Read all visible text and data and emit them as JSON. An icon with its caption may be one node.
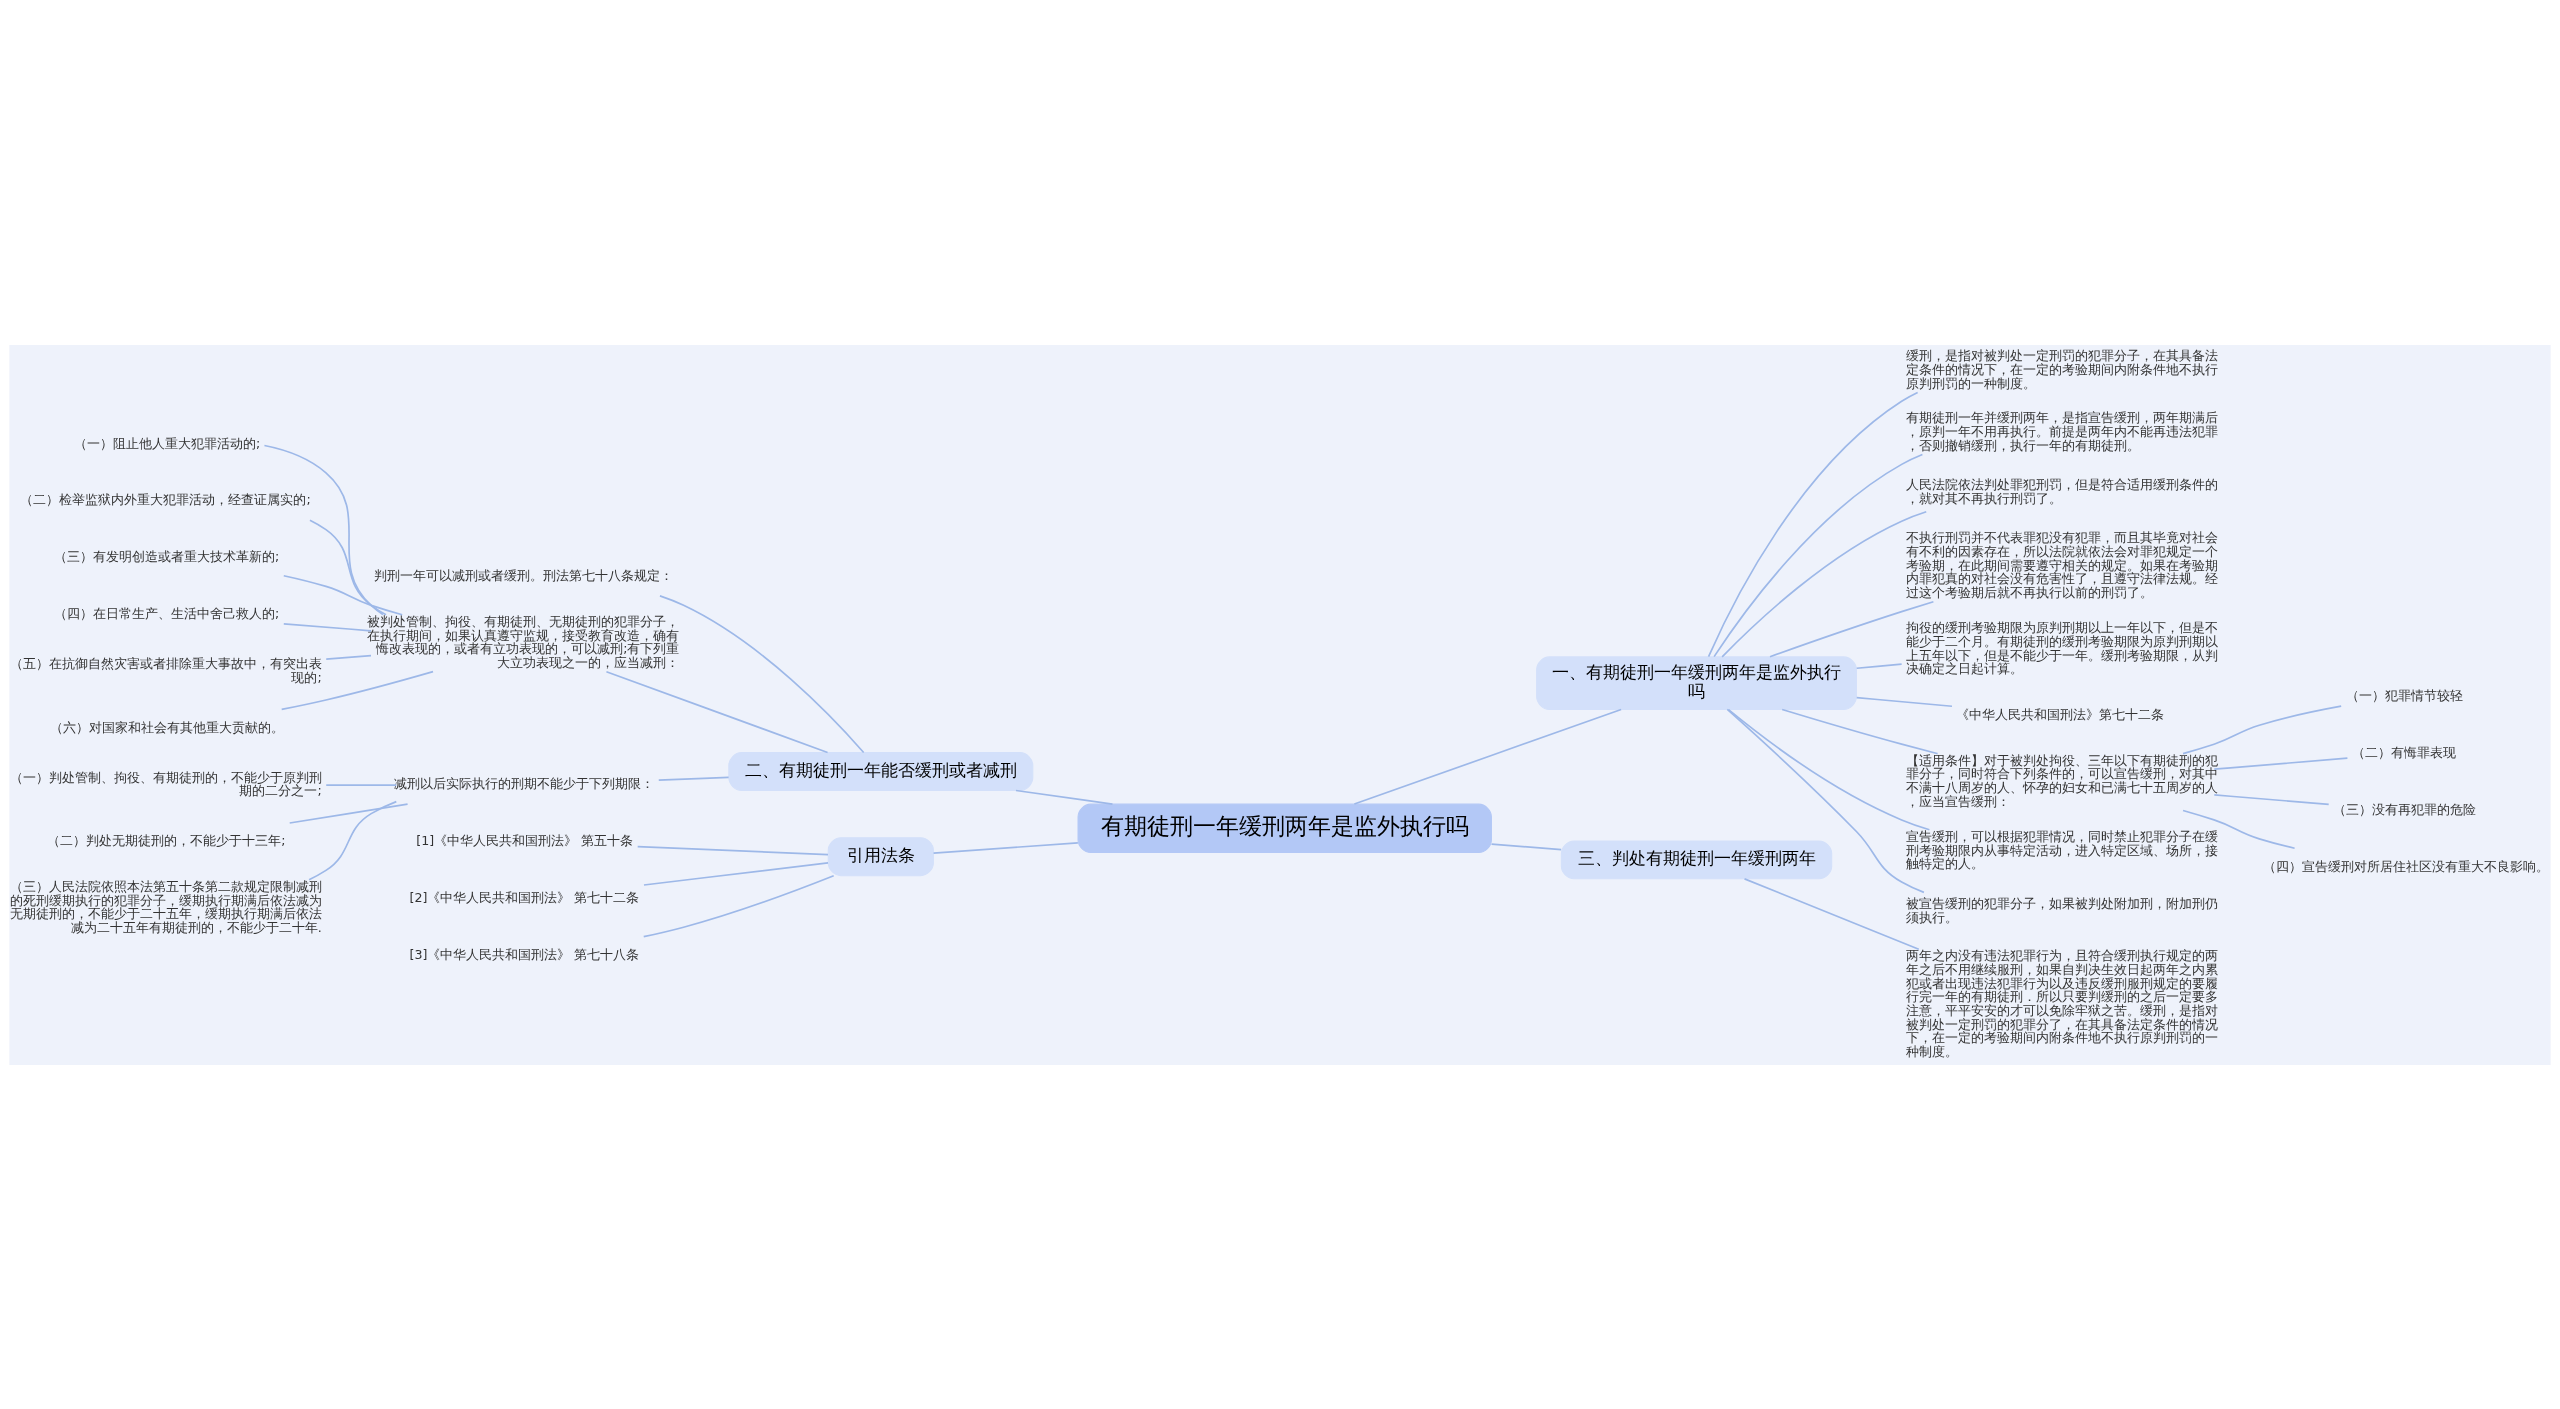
{
  "diagram": {
    "nodes": [
      {
        "text": [
          "有期徒刑一年缓刑两年是监外执行吗"
        ]
      },
      {
        "text": [
          "一、有期徒刑一年缓刑两年是监外执行吗"
        ]
      },
      {
        "text": [
          "缓刑，是指对被判处一定刑罚的犯罪分子，在其具备法定条件的情况下，在一定的考验期间内附条件地不执行原判刑罚的一种制度。"
        ]
      },
      {
        "text": [
          "有期徒刑一年并缓刑两年，是指宣告缓刑，两年期满后，原判一年不用再执行。前提是两年内不能再违法犯罪，否则撤销缓刑，执行一年的有期徒刑。"
        ]
      },
      {
        "text": [
          "人民法院依法判处罪犯刑罚，但是符合适用缓刑条件的，就对其不再执行刑罚了。"
        ]
      },
      {
        "text": [
          "不执行刑罚并不代表罪犯没有犯罪，而且其毕竟对社会有不利的因素存在，所以法院就依法会对罪犯规定一个考验期，在此期间需要遵守相关的规定。如果在考验期内罪犯真的对社会没有危害性了，且遵守法律法规。经过这个考验期后就不再执行以前的刑罚了。"
        ]
      },
      {
        "text": [
          "拘役的缓刑考验期限为原判刑期以上一年以下，但是不能少于二个月。有期徒刑的缓刑考验期限为原判刑期以上五年以下，但是不能少于一年。缓刑考验期限，从判决确定之日起计算。"
        ]
      },
      {
        "text": [
          "《中华人民共和国刑法》第七十二条"
        ]
      },
      {
        "text": [
          "【适用条件】对于被判处拘役、三年以下有期徒刑的犯罪分子，同时符合下列条件的，可以宣告缓刑，对其中不满十八周岁的人、怀孕的妇女和已满七十五周岁的人，应当宣告缓刑："
        ]
      },
      {
        "text": [
          "（一）犯罪情节较轻"
        ]
      },
      {
        "text": [
          "（二）有悔罪表现"
        ]
      },
      {
        "text": [
          "（三）没有再犯罪的危险"
        ]
      },
      {
        "text": [
          "（四）宣告缓刑对所居住社区没有重大不良影响。"
        ]
      },
      {
        "text": [
          "宣告缓刑，可以根据犯罪情况，同时禁止犯罪分子在缓刑考验期限内从事特定活动，进入特定区域、场所，接触特定的人。"
        ]
      },
      {
        "text": [
          "被宣告缓刑的犯罪分子，如果被判处附加刑，附加刑仍须执行。"
        ]
      },
      {
        "text": [
          "二、有期徒刑一年能否缓刑或者减刑"
        ]
      },
      {
        "text": [
          "判刑一年可以减刑或者缓刑。刑法第七十八条规定："
        ]
      },
      {
        "text": [
          "被判处管制、拘役、有期徒刑、无期徒刑的犯罪分子，在执行期间，如果认真遵守监规，接受教育改造，确有悔改表现的，或者有立功表现的，可以减刑;有下列重大立功表现之一的，应当减刑："
        ]
      },
      {
        "text": [
          "（一）阻止他人重大犯罪活动的;"
        ]
      },
      {
        "text": [
          "（二）检举监狱内外重大犯罪活动，经查证属实的;"
        ]
      },
      {
        "text": [
          "（三）有发明创造或者重大技术革新的;"
        ]
      },
      {
        "text": [
          "（四）在日常生产、生活中舍己救人的;"
        ]
      },
      {
        "text": [
          "（五）在抗御自然灾害或者排除重大事故中，有突出表现的;"
        ]
      },
      {
        "text": [
          "（六）对国家和社会有其他重大贡献的。"
        ]
      },
      {
        "text": [
          "减刑以后实际执行的刑期不能少于下列期限："
        ]
      },
      {
        "text": [
          "（一）判处管制、拘役、有期徒刑的，不能少于原判刑期的二分之一;"
        ]
      },
      {
        "text": [
          "（二）判处无期徒刑的，不能少于十三年;"
        ]
      },
      {
        "text": [
          "（三）人民法院依照本法第五十条第二款规定限制减刑的死刑缓期执行的犯罪分子，缓期执行期满后依法减为无期徒刑的，不能少于二十五年，缓期执行期满后依法减为二十五年有期徒刑的，不能少于二十年."
        ]
      },
      {
        "text": [
          "引用法条"
        ]
      },
      {
        "text": [
          "[1]《中华人民共和国刑法》 第五十条"
        ]
      },
      {
        "text": [
          "[2]《中华人民共和国刑法》 第七十二条"
        ]
      },
      {
        "text": [
          "[3]《中华人民共和国刑法》 第七十八条"
        ]
      },
      {
        "text": [
          "三、判处有期徒刑一年缓刑两年"
        ]
      },
      {
        "text": [
          "两年之内没有违法犯罪行为，且符合缓刑执行规定的两年之后不用继续服刑，如果自判决生效日起两年之内累犯或者出现违法犯罪行为以及违反缓刑服刑规定的要履行完一年的有期徒刑．所以只要判缓刑的之后一定要多注意，平平安安的才可以免除牢狱之苦。缓刑，是指对被判处一定刑罚的犯罪分了，在其具备法定条件的情况下，在一定的考验期间内附条件地不执行原判刑罚的一种制度。"
        ]
      }
    ],
    "edges": [
      {
        "from": 0,
        "to": 1,
        "arrow": "none"
      },
      {
        "from": 1,
        "to": 2,
        "arrow": "none"
      },
      {
        "from": 1,
        "to": 3,
        "arrow": "none"
      },
      {
        "from": 1,
        "to": 4,
        "arrow": "none"
      },
      {
        "from": 1,
        "to": 5,
        "arrow": "none"
      },
      {
        "from": 1,
        "to": 6,
        "arrow": "none"
      },
      {
        "from": 1,
        "to": 7,
        "arrow": "none"
      },
      {
        "from": 1,
        "to": 8,
        "arrow": "none"
      },
      {
        "from": 8,
        "to": 9,
        "arrow": "none"
      },
      {
        "from": 8,
        "to": 10,
        "arrow": "none"
      },
      {
        "from": 8,
        "to": 11,
        "arrow": "none"
      },
      {
        "from": 8,
        "to": 12,
        "arrow": "none"
      },
      {
        "from": 1,
        "to": 13,
        "arrow": "none"
      },
      {
        "from": 1,
        "to": 14,
        "arrow": "none"
      },
      {
        "from": 0,
        "to": 15,
        "arrow": "none"
      },
      {
        "from": 15,
        "to": 16,
        "arrow": "none"
      },
      {
        "from": 15,
        "to": 17,
        "arrow": "none"
      },
      {
        "from": 17,
        "to": 18,
        "arrow": "none"
      },
      {
        "from": 17,
        "to": 19,
        "arrow": "none"
      },
      {
        "from": 17,
        "to": 20,
        "arrow": "none"
      },
      {
        "from": 17,
        "to": 21,
        "arrow": "none"
      },
      {
        "from": 17,
        "to": 22,
        "arrow": "none"
      },
      {
        "from": 17,
        "to": 23,
        "arrow": "none"
      },
      {
        "from": 15,
        "to": 24,
        "arrow": "none"
      },
      {
        "from": 24,
        "to": 25,
        "arrow": "none"
      },
      {
        "from": 24,
        "to": 26,
        "arrow": "none"
      },
      {
        "from": 24,
        "to": 27,
        "arrow": "none"
      },
      {
        "from": 0,
        "to": 28,
        "arrow": "none"
      },
      {
        "from": 28,
        "to": 29,
        "arrow": "none"
      },
      {
        "from": 28,
        "to": 30,
        "arrow": "none"
      },
      {
        "from": 28,
        "to": 31,
        "arrow": "none"
      },
      {
        "from": 0,
        "to": 32,
        "arrow": "none"
      },
      {
        "from": 32,
        "to": 33,
        "arrow": "none"
      }
    ]
  }
}
